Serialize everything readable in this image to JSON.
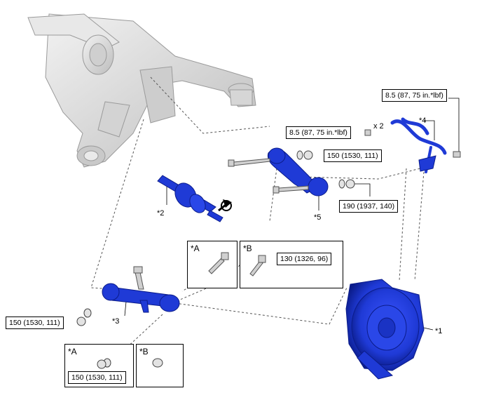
{
  "callouts": {
    "p1": "*1",
    "p2": "*2",
    "p3": "*3",
    "p4": "*4",
    "p5": "*5"
  },
  "torques": {
    "top_right_bolt": "8.5 (87, 75 in.*lbf)",
    "sensor_bolt": "8.5 (87, 75 in.*lbf)",
    "upper_arm_nut": "150 (1530, 111)",
    "upper_arm_lower_nut": "190 (1937, 140)",
    "inset_b_top": "130 (1326, 96)",
    "lower_arm_nut": "150 (1530, 111)",
    "inset_a_bottom": "150 (1530, 111)"
  },
  "quantity": "x 2",
  "insets": {
    "a_top": "*A",
    "b_top": "*B",
    "a_bottom": "*A",
    "b_bottom": "*B"
  },
  "colors": {
    "part_blue": "#1f3ad6",
    "part_dark": "#0b1c8a",
    "frame_gray": "#d9d9d9",
    "leader": "#555555"
  },
  "icons": {
    "rotate_symbol": "rotate-arrow-icon"
  }
}
